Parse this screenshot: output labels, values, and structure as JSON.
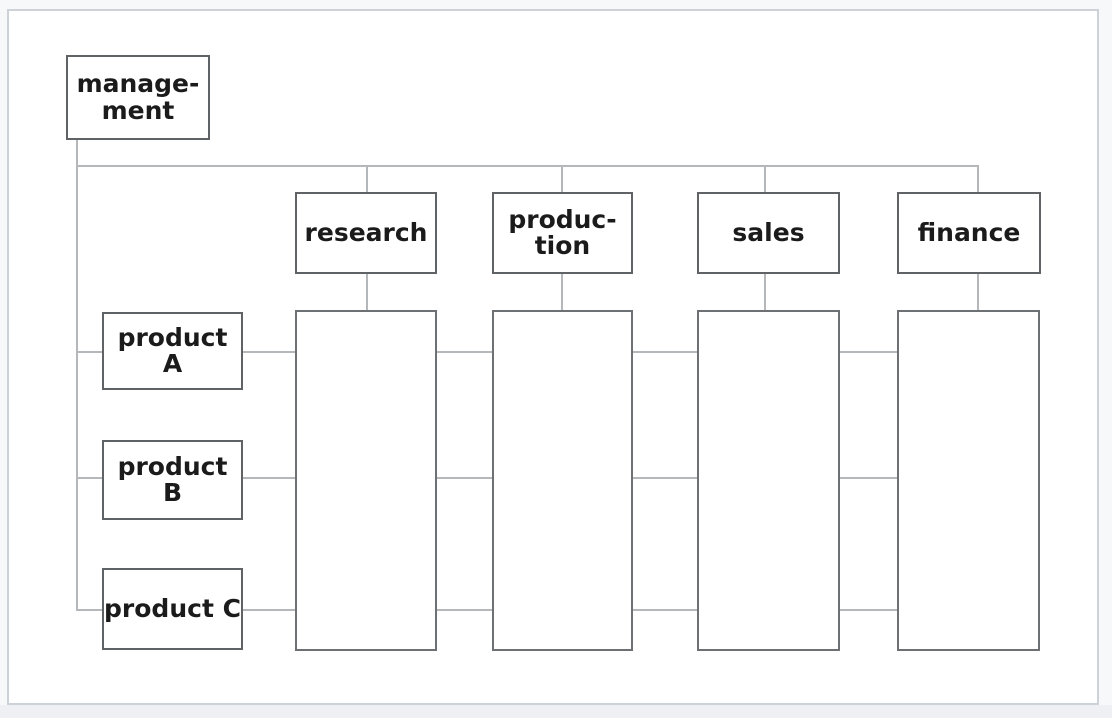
{
  "diagram": {
    "nodes": {
      "management": {
        "label": "manage-\nment"
      },
      "departments": [
        {
          "label": "research"
        },
        {
          "label": "produc-\ntion"
        },
        {
          "label": "sales"
        },
        {
          "label": "finance"
        }
      ],
      "products": [
        {
          "label": "product A"
        },
        {
          "label": "product B"
        },
        {
          "label": "product C"
        }
      ]
    },
    "columns": [
      "research",
      "production",
      "sales",
      "finance"
    ],
    "edges": [
      {
        "from": "management",
        "to": [
          "research",
          "production",
          "sales",
          "finance"
        ]
      },
      {
        "from": "management",
        "to": [
          "product A",
          "product B",
          "product C"
        ]
      },
      {
        "from": "product A",
        "to": [
          "research",
          "production",
          "sales",
          "finance"
        ]
      },
      {
        "from": "product B",
        "to": [
          "research",
          "production",
          "sales",
          "finance"
        ]
      },
      {
        "from": "product C",
        "to": [
          "research",
          "production",
          "sales",
          "finance"
        ]
      }
    ]
  },
  "colors": {
    "page_background": "#f7f8fa",
    "panel_background": "#ffffff",
    "panel_border": "#cdd2d8",
    "node_border": "#606366",
    "column_border": "#6e7174",
    "connector_line": "#b5b8ba",
    "text": "#1b1b1b",
    "footer_strip": "#eef0f3"
  }
}
